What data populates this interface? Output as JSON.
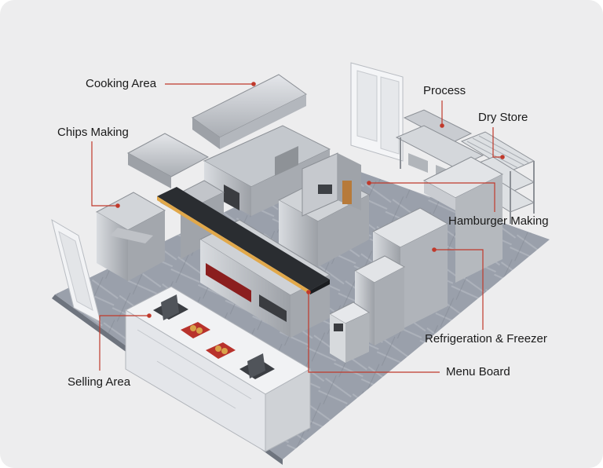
{
  "labels": {
    "cooking_area": "Cooking Area",
    "chips_making": "Chips Making",
    "process": "Process",
    "dry_store": "Dry Store",
    "hamburger_making": "Hamburger Making",
    "refrigeration_freezer": "Refrigeration & Freezer",
    "menu_board": "Menu Board",
    "selling_area": "Selling Area"
  },
  "colors": {
    "leader_line": "#c0392b",
    "floor": "#8f96a3",
    "steel": "#c9ccd1",
    "steel_dark": "#9ea2a8",
    "menu_board": "#2a2d31"
  }
}
